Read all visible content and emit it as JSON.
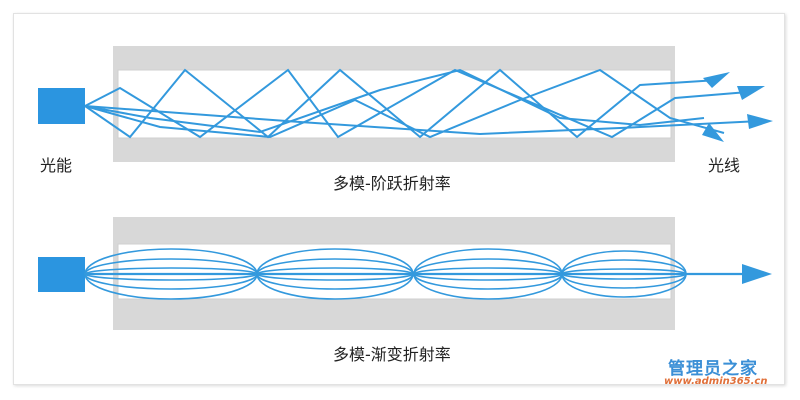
{
  "labels": {
    "light_source": "光能",
    "light_ray": "光线",
    "step_index_caption": "多模-阶跃折射率",
    "graded_index_caption": "多模-渐变折射率"
  },
  "watermark": {
    "title": "管理员之家",
    "url": "www.admin365.cn"
  },
  "colors": {
    "ray": "#3399dd",
    "source": "#2b95e0",
    "cladding": "#d8d8d8",
    "core": "#ffffff",
    "core_border": "#d0d0d0"
  }
}
